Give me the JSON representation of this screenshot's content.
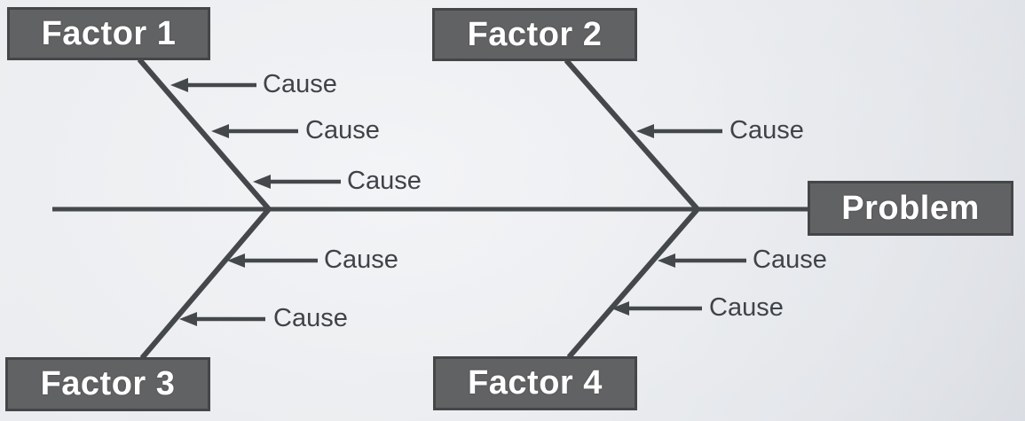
{
  "diagram": {
    "type": "fishbone",
    "problem_label": "Problem",
    "factors": [
      {
        "label": "Factor 1",
        "position": "top-left",
        "causes": [
          "Cause",
          "Cause",
          "Cause"
        ]
      },
      {
        "label": "Factor 2",
        "position": "top-center",
        "causes": [
          "Cause"
        ]
      },
      {
        "label": "Factor 3",
        "position": "bottom-left",
        "causes": [
          "Cause",
          "Cause"
        ]
      },
      {
        "label": "Factor 4",
        "position": "bottom-center",
        "causes": [
          "Cause",
          "Cause"
        ]
      }
    ],
    "colors": {
      "box_fill": "#616263",
      "box_border": "#454647",
      "box_text": "#ffffff",
      "line": "#45484b",
      "cause_text": "#3f4348",
      "background_light": "#eef0f3",
      "background_dark": "#d8dbe1"
    }
  }
}
